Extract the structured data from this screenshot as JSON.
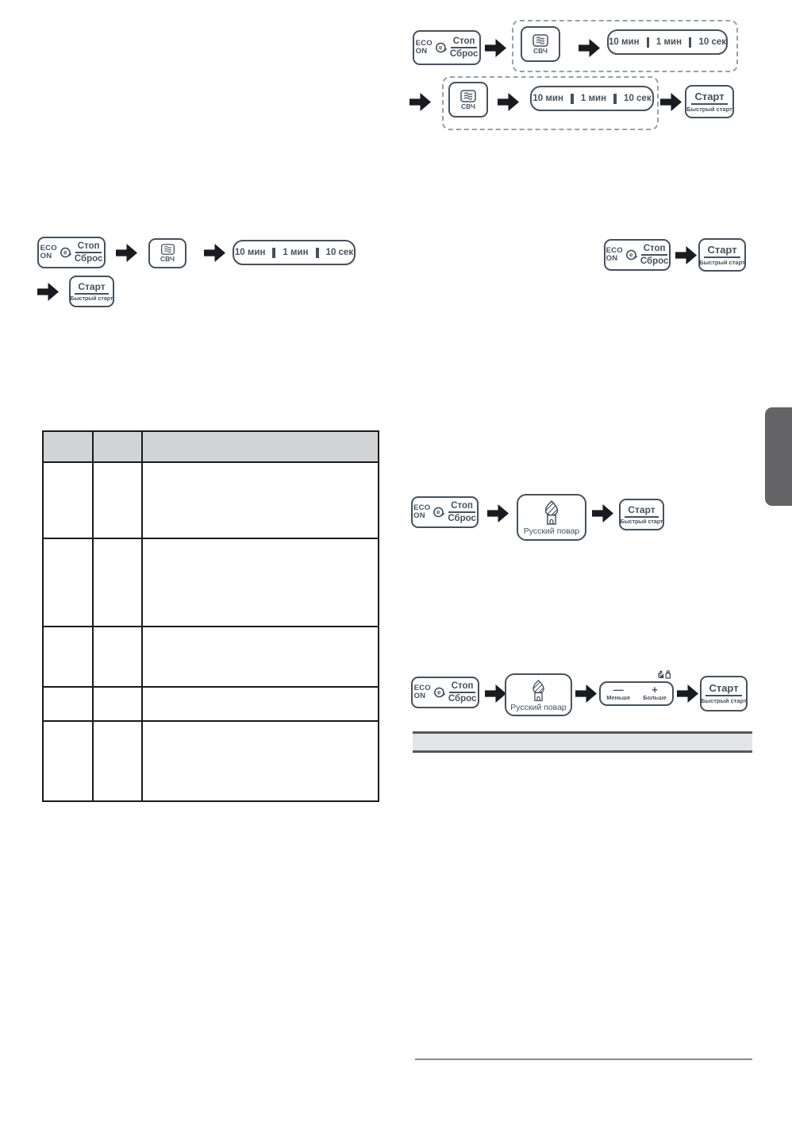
{
  "page": {
    "language": "ru",
    "kind": "microwave-oven manual page"
  },
  "colors": {
    "button_stroke": "#47515c",
    "arrow": "#181c20",
    "dashed_border": "#9aa0a6",
    "table_border": "#1a1a1a",
    "table_header_fill": "#d2d3d5",
    "band_fill": "#e3e4e6",
    "band_border": "#57585a",
    "side_tab": "#646467",
    "divider": "#88898b"
  },
  "buttons": {
    "eco_stop": {
      "eco_line1": "ECO",
      "eco_line2": "ON",
      "stop": "Стоп",
      "reset": "Сброс"
    },
    "start": {
      "title": "Старт",
      "subtitle": "Быстрый старт"
    },
    "microwave": {
      "label": "СВЧ"
    },
    "time_keys": {
      "k10min": "10 мин",
      "k1min": "1 мин",
      "k10sec": "10 сек"
    },
    "russian_chef": {
      "label": "Русский повар"
    },
    "portion": {
      "minus": "—",
      "plus": "+",
      "less": "Меньше",
      "more": "Больше"
    }
  },
  "table": {
    "column_count": 3,
    "row_count": 5,
    "header_row_filled_gray": true,
    "cells_empty": true
  }
}
